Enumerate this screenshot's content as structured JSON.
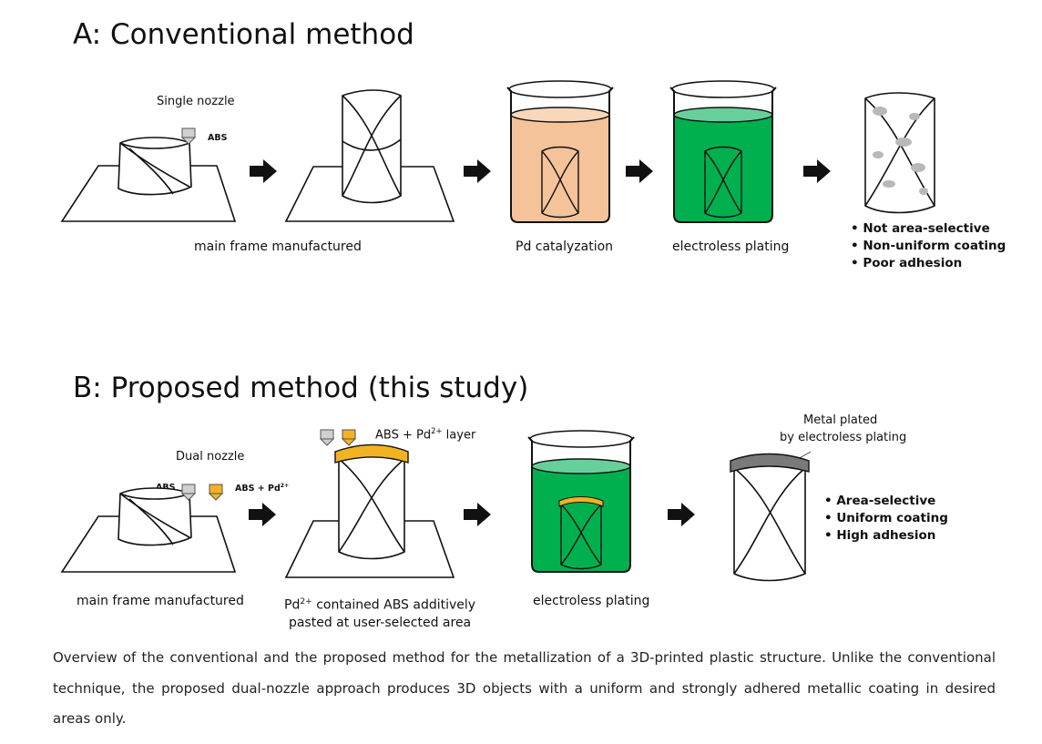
{
  "panel_a": {
    "title": "A: Conventional method",
    "nozzle_label": "Single nozzle",
    "material_label": "ABS",
    "step_labels": [
      "main frame manufactured",
      "Pd catalyzation",
      "electroless plating"
    ],
    "result_points": [
      "Not area-selective",
      "Non-uniform coating",
      "Poor adhesion"
    ],
    "colors": {
      "pd_solution": "#f4c39a",
      "plating_solution": "#00b04f",
      "plating_top": "#67d09a"
    }
  },
  "panel_b": {
    "title": "B: Proposed method (this study)",
    "nozzle_label": "Dual nozzle",
    "material_label": "ABS",
    "material2_label": "ABS + Pd",
    "material2_sup": "2+",
    "layer_label_pre": "ABS + Pd",
    "layer_label_sup": "2+",
    "layer_label_post": " layer",
    "step1_label": "main frame manufactured",
    "step2_line1_sup": "2+",
    "step2_line1_pre": "Pd",
    "step2_line1_post": " contained ABS additively",
    "step2_line2": "pasted at user-selected area",
    "step3_label": "electroless plating",
    "annotation_line1": "Metal plated",
    "annotation_line2": "by electroless plating",
    "result_points": [
      "Area-selective",
      "Uniform coating",
      "High adhesion"
    ],
    "colors": {
      "pd_layer": "#f2b323",
      "metal": "#7a7a7a"
    }
  },
  "caption": "Overview of the conventional and the proposed method for the metallization of a 3D-printed plastic structure. Unlike the conventional technique, the proposed dual-nozzle approach produces 3D objects with a uniform and strongly adhered metallic coating in desired areas only."
}
